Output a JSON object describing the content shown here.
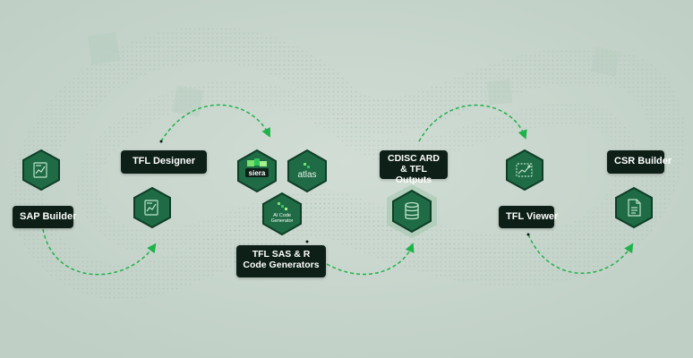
{
  "nodes": {
    "sap_builder": {
      "label": "SAP Builder",
      "icon": "chart-document-icon"
    },
    "tfl_designer": {
      "label": "TFL Designer",
      "icon": "chart-document-icon"
    },
    "siera": {
      "logo_text": "siera",
      "icon": "siera-logo"
    },
    "atlas": {
      "logo_text": "atlas",
      "icon": "atlas-logo"
    },
    "ai_code_generator": {
      "logo_text_line1": "AI Code",
      "logo_text_line2": "Generator",
      "icon": "ai-code-generator-icon"
    },
    "tfl_code_generators": {
      "label": "TFL SAS & R Code Generators"
    },
    "cdisc_ard": {
      "label": "CDISC ARD & TFL Outputs",
      "icon": "database-icon"
    },
    "tfl_viewer": {
      "label": "TFL Viewer",
      "icon": "chart-viewer-icon"
    },
    "csr_builder": {
      "label": "CSR Builder",
      "icon": "document-icon"
    }
  },
  "colors": {
    "background": "#c5d4cb",
    "hex_fill": "#1e6b45",
    "hex_border": "#0f3d26",
    "label_bg": "#0d1f17",
    "arrow": "#1fb24a"
  }
}
